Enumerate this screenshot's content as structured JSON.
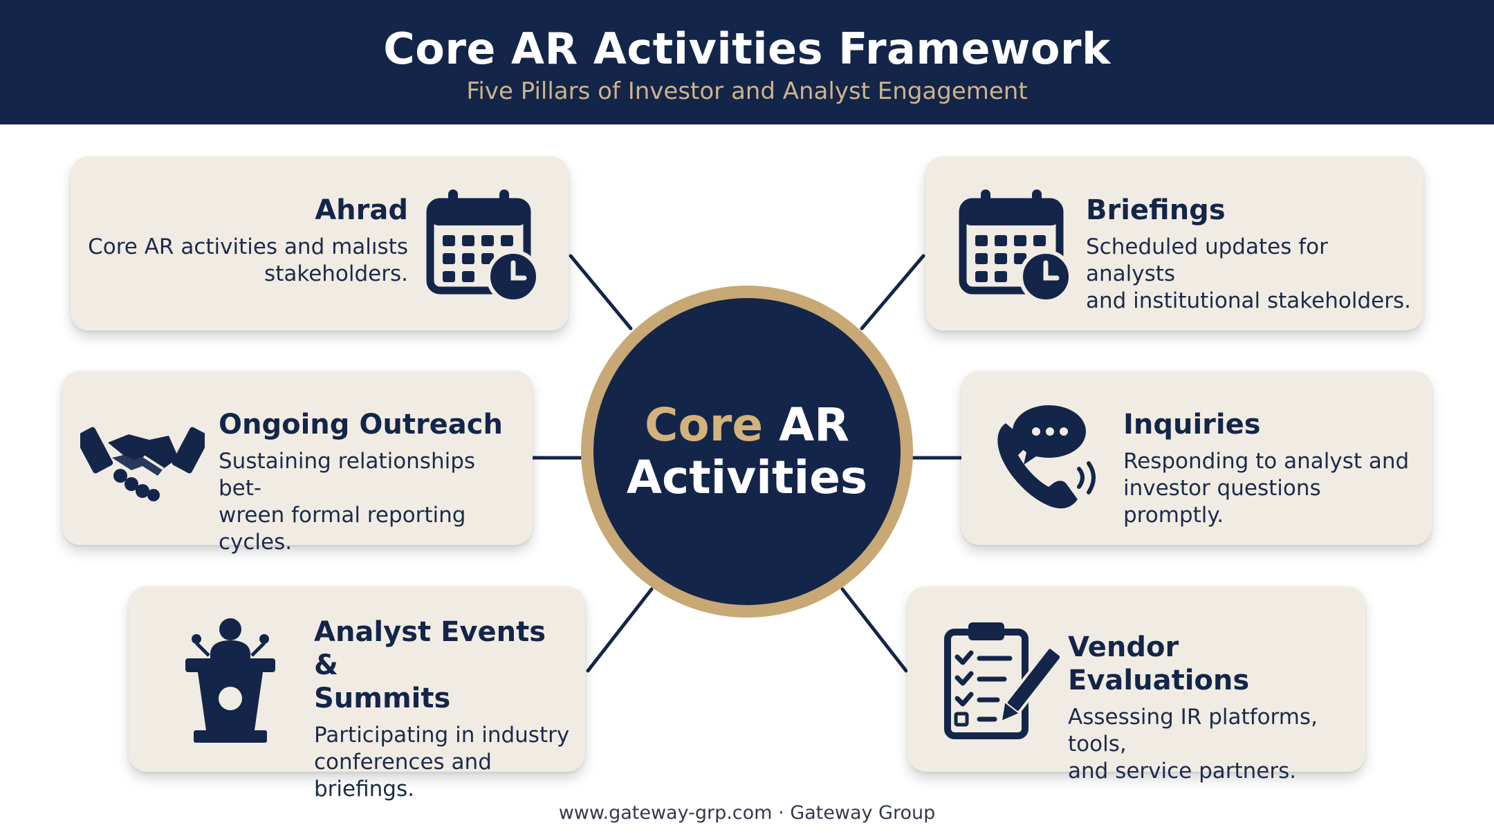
{
  "header": {
    "title": "Core AR Activities Framework",
    "subtitle": "Five Pillars of Investor and Analyst Engagement"
  },
  "hub": {
    "line1_gold": "Core",
    "line1_white": " AR",
    "line2": "Activities"
  },
  "cards": {
    "ahrad": {
      "title": "Ahrad",
      "desc_line1": "Core AR activities and malısts",
      "desc_line2": "stakeholders.",
      "icon": "calendar-clock-icon"
    },
    "briefings": {
      "title": "Briefings",
      "desc_line1": "Scheduled updates for analysts",
      "desc_line2": "and institutional stakeholders.",
      "icon": "calendar-clock-icon"
    },
    "outreach": {
      "title": "Ongoing Outreach",
      "desc_line1": "Sustaining relationships bet-",
      "desc_line2": "wreen formal reporting cycles.",
      "icon": "handshake-icon"
    },
    "inquiries": {
      "title": "Inquiries",
      "desc_line1": "Responding to analyst and",
      "desc_line2": "investor questions promptly.",
      "icon": "phone-chat-icon"
    },
    "events": {
      "title_line1": "Analyst Events &",
      "title_line2": "Summits",
      "desc_line1": "Participating in industry",
      "desc_line2": "conferences and briefings.",
      "icon": "podium-speaker-icon"
    },
    "vendor": {
      "title": "Vendor Evaluations",
      "desc_line1": "Assessing IR platforms, tools,",
      "desc_line2": "and service partners.",
      "icon": "checklist-pen-icon"
    }
  },
  "footer": {
    "text": "www.gateway-grp.com · Gateway Group"
  },
  "colors": {
    "navy": "#14254a",
    "gold": "#c8a874",
    "card_bg": "#f1ece3"
  }
}
